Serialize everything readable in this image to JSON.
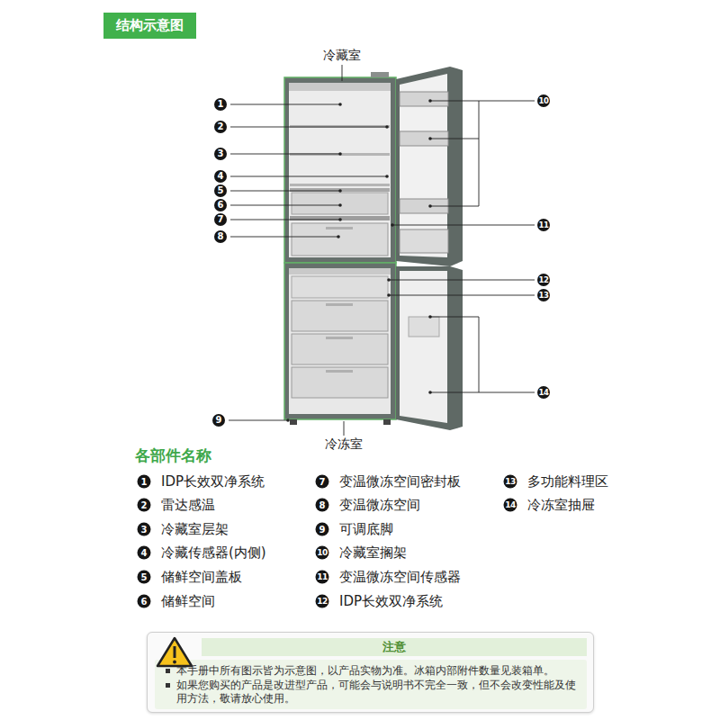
{
  "diagram": {
    "title": "结构示意图",
    "nodes": [
      {
        "text": [
          "注意",
          "本手册中所有图示皆为示意图，以产品实物为准。冰箱内部附件数量见装箱单。",
          "如果您购买的产品是改进型产品，可能会与说明书不完全一致，但不会改变性能及使用方法，敬请放心使用。"
        ]
      }
    ],
    "labels": [
      "冷藏室",
      "1",
      "2",
      "3",
      "4",
      "5",
      "6",
      "7",
      "8",
      "9",
      "10",
      "11",
      "12",
      "13",
      "14",
      "冷冻室",
      "各部件名称",
      "1",
      "IDP长效双净系统",
      "2",
      "雷达感温",
      "3",
      "冷藏室层架",
      "4",
      "冷藏传感器(内侧)",
      "5",
      "储鲜空间盖板",
      "6",
      "储鲜空间",
      "7",
      "变温微冻空间密封板",
      "8",
      "变温微冻空间",
      "9",
      "可调底脚",
      "10",
      "冷藏室搁架",
      "11",
      "变温微冻空间传感器",
      "12",
      "IDP长效双净系统",
      "13",
      "多功能料理区",
      "14",
      "冷冻室抽屉"
    ]
  }
}
